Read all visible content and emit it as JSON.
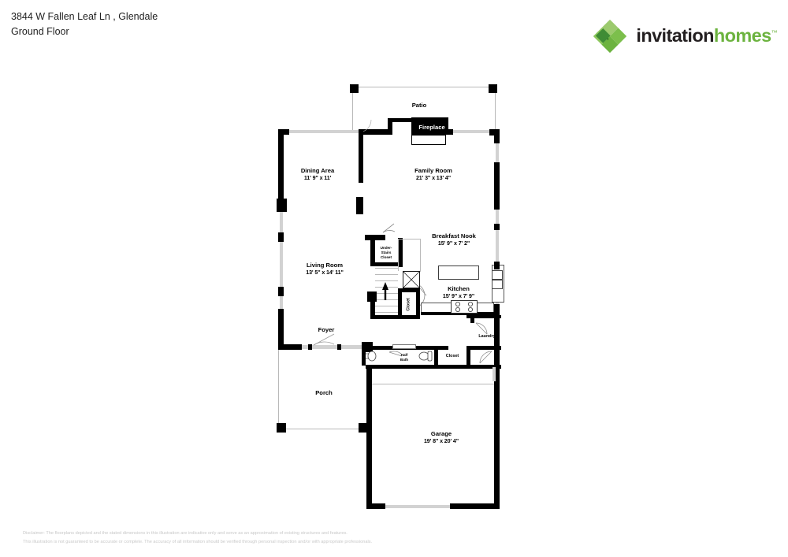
{
  "header": {
    "address": "3844 W Fallen Leaf Ln , Glendale",
    "floor": "Ground Floor"
  },
  "brand": {
    "name_part_1": "invitation",
    "name_part_2": "homes",
    "trademark": "™",
    "logo_icon": "invitation-homes-diamond-logo",
    "green": "#6cb33f",
    "dark_green": "#3f8c35",
    "light_green": "#9cca6e",
    "dark": "#231f20"
  },
  "floorplan": {
    "rooms": [
      {
        "id": "patio",
        "name": "Patio",
        "dimensions": ""
      },
      {
        "id": "fireplace",
        "name": "Fireplace",
        "dimensions": ""
      },
      {
        "id": "dining",
        "name": "Dining Area",
        "dimensions": "11' 9\" x 11'"
      },
      {
        "id": "family",
        "name": "Family Room",
        "dimensions": "21' 3\" x 13' 4\""
      },
      {
        "id": "living",
        "name": "Living Room",
        "dimensions": "13' 5\" x 14' 11\""
      },
      {
        "id": "breakfast",
        "name": "Breakfast Nook",
        "dimensions": "15' 9\" x 7' 2\""
      },
      {
        "id": "kitchen",
        "name": "Kitchen",
        "dimensions": "15' 9\" x 7' 9\""
      },
      {
        "id": "understairs",
        "name": "Under-Stairs Closet",
        "dimensions": ""
      },
      {
        "id": "stair-closet",
        "name": "Closet",
        "dimensions": ""
      },
      {
        "id": "foyer",
        "name": "Foyer",
        "dimensions": ""
      },
      {
        "id": "halfbath",
        "name": "Half Bath",
        "dimensions": ""
      },
      {
        "id": "hall-closet",
        "name": "Closet",
        "dimensions": ""
      },
      {
        "id": "laundry",
        "name": "Laundry",
        "dimensions": ""
      },
      {
        "id": "porch",
        "name": "Porch",
        "dimensions": ""
      },
      {
        "id": "garage",
        "name": "Garage",
        "dimensions": "19' 8\" x 20' 4\""
      }
    ],
    "labels": {
      "patio": "Patio",
      "fireplace": "Fireplace",
      "dining_name": "Dining Area",
      "dining_dim": "11' 9\" x 11'",
      "family_name": "Family Room",
      "family_dim": "21' 3\" x 13' 4\"",
      "living_name": "Living Room",
      "living_dim": "13' 5\" x 14' 11\"",
      "breakfast_name": "Breakfast Nook",
      "breakfast_dim": "15' 9\" x 7' 2\"",
      "kitchen_name": "Kitchen",
      "kitchen_dim": "15' 9\" x 7' 9\"",
      "understairs_l1": "Under-",
      "understairs_l2": "Stairs",
      "understairs_l3": "Closet",
      "stair_closet": "Closet",
      "foyer": "Foyer",
      "halfbath_l1": "Half",
      "halfbath_l2": "Bath",
      "hall_closet": "Closet",
      "laundry": "Laundry",
      "porch": "Porch",
      "garage_name": "Garage",
      "garage_dim": "19' 8\" x 20' 4\""
    }
  },
  "disclaimer": {
    "line1": "Disclaimer: The floorplans depicted and the stated dimensions in this illustration are indicative only and serve as an approximation of existing structures and features.",
    "line2": "This illustration is not guaranteed to be accurate or complete. The accuracy of all information should be verified through personal inspection and/or with appropriate professionals."
  }
}
